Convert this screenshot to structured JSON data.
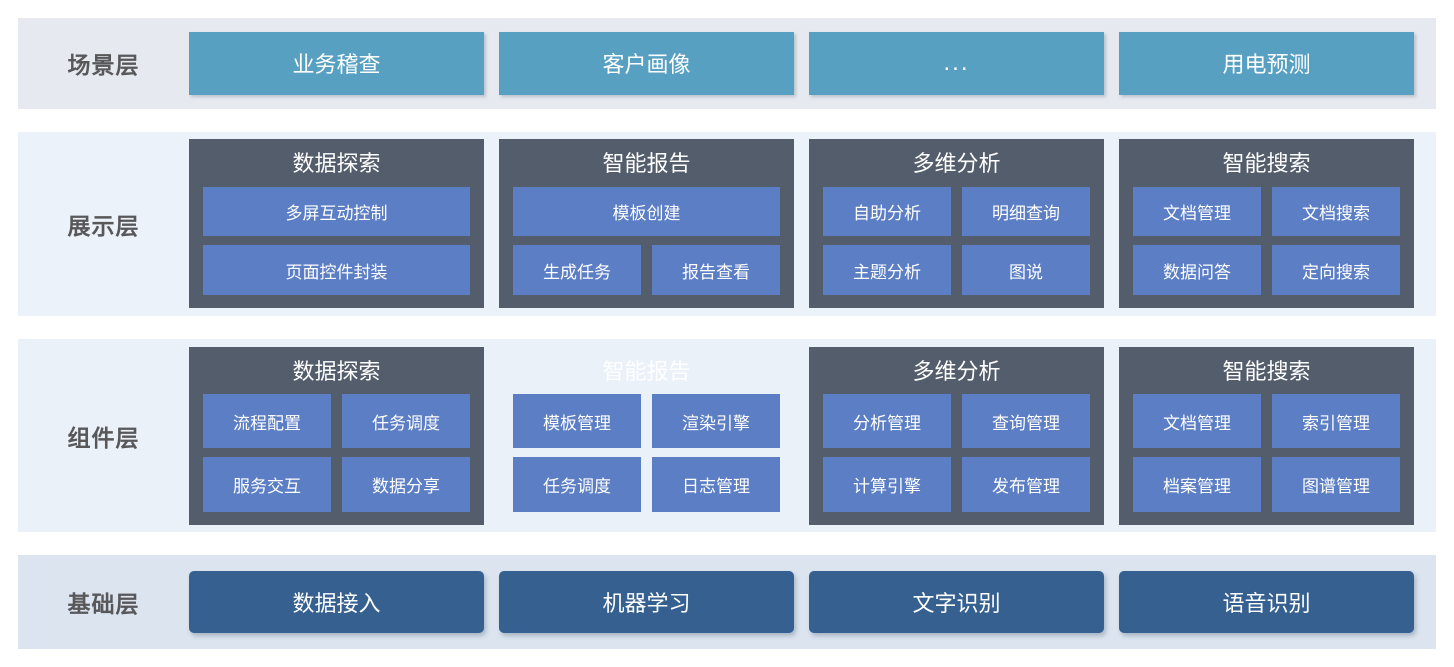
{
  "colors": {
    "scene_band": "#e6e9f0",
    "display_band": "#ebf2f9",
    "component_band": "#eaf1f9",
    "base_band": "#dbe4ef",
    "scene_card": "#58a0c2",
    "module_card": "#545d6b",
    "chip": "#5b7ec4",
    "base_card": "#35608f",
    "label_text": "#58585a"
  },
  "rows": {
    "scene": {
      "label": "场景层",
      "cards": [
        {
          "title": "业务稽查"
        },
        {
          "title": "客户画像"
        },
        {
          "title": "..."
        },
        {
          "title": "用电预测"
        }
      ]
    },
    "display": {
      "label": "展示层",
      "modules": [
        {
          "title": "数据探索",
          "rows": [
            [
              "多屏互动控制"
            ],
            [
              "页面控件封装"
            ]
          ]
        },
        {
          "title": "智能报告",
          "rows": [
            [
              "模板创建"
            ],
            [
              "生成任务",
              "报告查看"
            ]
          ]
        },
        {
          "title": "多维分析",
          "rows": [
            [
              "自助分析",
              "明细查询"
            ],
            [
              "主题分析",
              "图说"
            ]
          ]
        },
        {
          "title": "智能搜索",
          "rows": [
            [
              "文档管理",
              "文档搜索"
            ],
            [
              "数据问答",
              "定向搜索"
            ]
          ]
        }
      ]
    },
    "component": {
      "label": "组件层",
      "modules": [
        {
          "title": "数据探索",
          "ghost": false,
          "rows": [
            [
              "流程配置",
              "任务调度"
            ],
            [
              "服务交互",
              "数据分享"
            ]
          ]
        },
        {
          "title": "智能报告",
          "ghost": true,
          "rows": [
            [
              "模板管理",
              "渲染引擎"
            ],
            [
              "任务调度",
              "日志管理"
            ]
          ]
        },
        {
          "title": "多维分析",
          "ghost": false,
          "rows": [
            [
              "分析管理",
              "查询管理"
            ],
            [
              "计算引擎",
              "发布管理"
            ]
          ]
        },
        {
          "title": "智能搜索",
          "ghost": false,
          "rows": [
            [
              "文档管理",
              "索引管理"
            ],
            [
              "档案管理",
              "图谱管理"
            ]
          ]
        }
      ]
    },
    "base": {
      "label": "基础层",
      "cards": [
        {
          "title": "数据接入"
        },
        {
          "title": "机器学习"
        },
        {
          "title": "文字识别"
        },
        {
          "title": "语音识别"
        }
      ]
    }
  }
}
